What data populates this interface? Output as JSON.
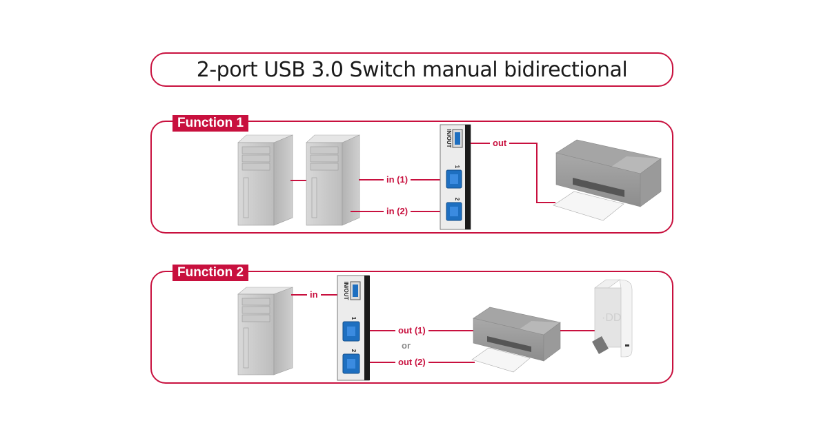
{
  "title": "2-port USB 3.0 Switch manual bidirectional",
  "colors": {
    "accent": "#c8103e",
    "text": "#1a1a1a",
    "port_blue": "#1e6fc0",
    "device_grey": "#c4c4c4"
  },
  "function1": {
    "tag": "Function 1",
    "labels": {
      "in1": "in (1)",
      "in2": "in (2)",
      "out": "out"
    },
    "switch": {
      "port_top": "IN/OUT",
      "port1": "1",
      "port2": "2"
    },
    "devices": [
      "pc-tower-1",
      "pc-tower-2",
      "printer"
    ]
  },
  "function2": {
    "tag": "Function 2",
    "labels": {
      "in": "in",
      "out1": "out (1)",
      "or": "or",
      "out2": "out (2)"
    },
    "switch": {
      "port_top": "IN/OUT",
      "port1": "1",
      "port2": "2"
    },
    "devices": [
      "pc-tower",
      "printer",
      "external-drive"
    ]
  }
}
